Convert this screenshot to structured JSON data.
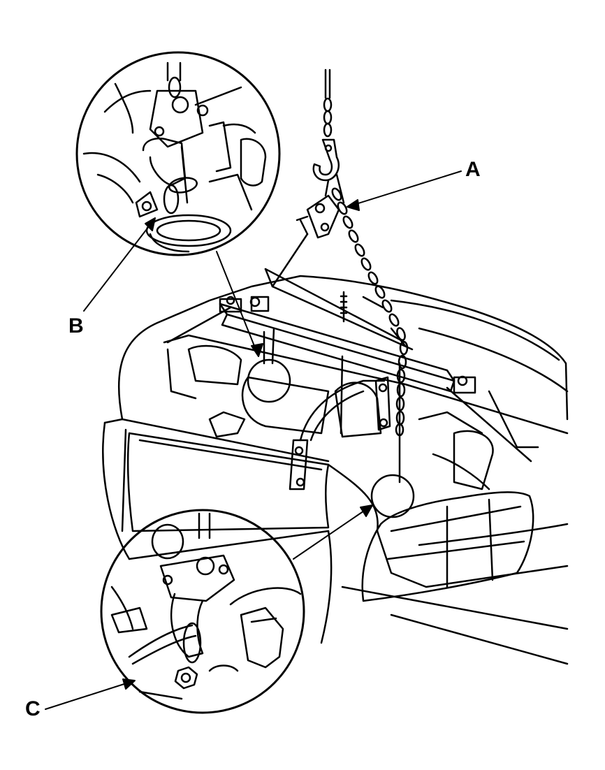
{
  "callouts": {
    "a": "A",
    "b": "B",
    "c": "C"
  },
  "colors": {
    "line": "#000000",
    "background": "#ffffff"
  },
  "icons": {
    "hook": "lifting-hook-icon",
    "chain": "chain-icon"
  }
}
